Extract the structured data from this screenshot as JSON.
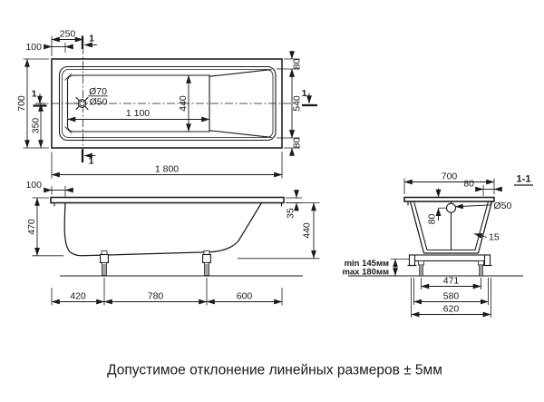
{
  "caption": "Допустимое отклонение линейных размеров ± 5мм",
  "colors": {
    "line": "#1a1a1a",
    "background": "#ffffff"
  },
  "top_view": {
    "section_mark": "1",
    "dim_drain_offset": "250",
    "dim_rim_width_top": "100",
    "dim_overall_width": "700",
    "dim_half_width": "350",
    "dim_floor_length": "1 100",
    "dim_floor_width": "440",
    "dim_rim_right_top": "80",
    "dim_opening_width": "540",
    "dim_rim_right_bottom": "80",
    "dim_overall_length": "1 800",
    "label_drain_flange": "Ø70",
    "label_drain_hole": "Ø50"
  },
  "side_view": {
    "dim_rim_offset": "100",
    "dim_overall_height": "470",
    "dim_rim_thickness": "35",
    "dim_inner_depth": "440",
    "dim_leg1_offset": "420",
    "dim_leg_spacing": "780",
    "dim_leg2_to_end": "600"
  },
  "section_view": {
    "label": "1-1",
    "dim_width": "700",
    "dim_rim_width": "80",
    "dim_drain_depth": "80",
    "label_drain_hole": "Ø50",
    "dim_wall_thickness": "15",
    "leg_height_min": "min 145мм",
    "leg_height_max": "max 180мм",
    "dim_frame_inner": "471",
    "dim_frame_mid": "580",
    "dim_frame_outer": "620"
  }
}
